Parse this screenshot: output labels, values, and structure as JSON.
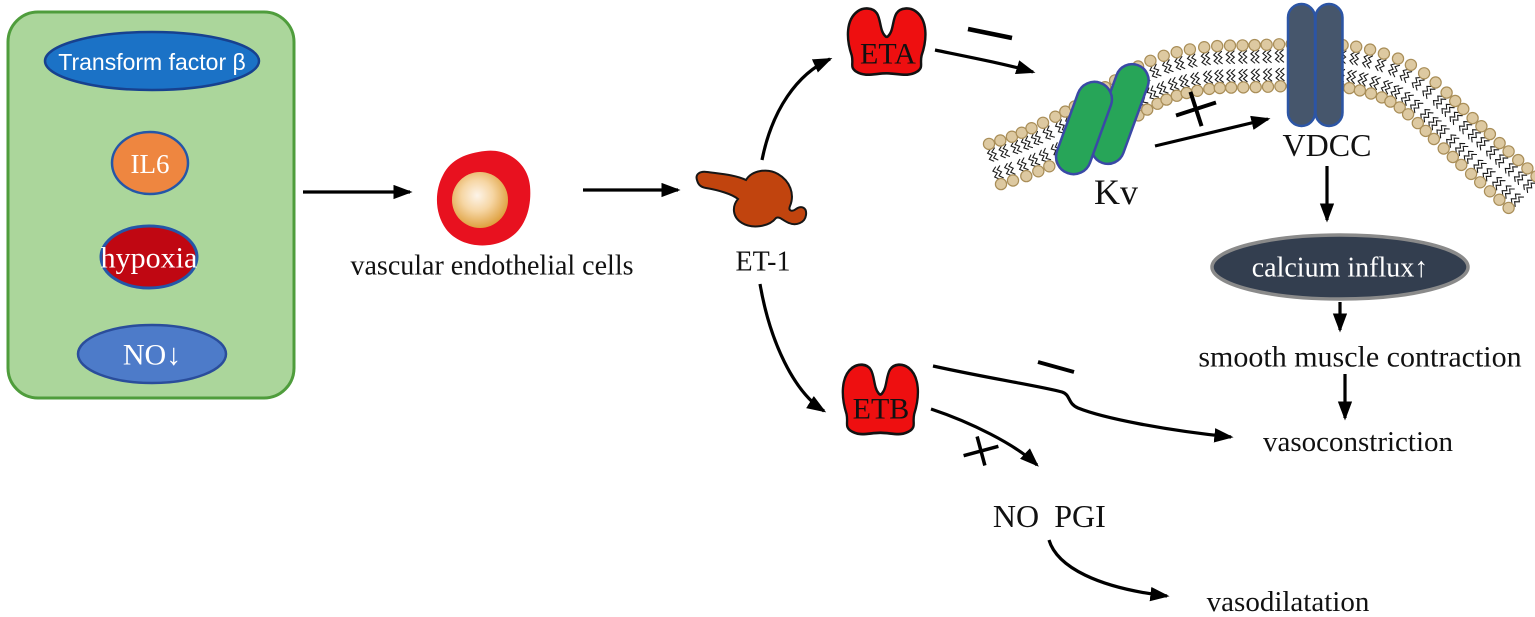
{
  "stimuli_box": {
    "items": [
      {
        "label": "Transform factor β",
        "fill": "#1b72c6",
        "border": "#17418f"
      },
      {
        "label": "IL6",
        "fill": "#ee8640",
        "border": "#2456a8"
      },
      {
        "label": "hypoxia",
        "fill": "#c00712",
        "border": "#2456a8"
      },
      {
        "label": "NO↓",
        "fill": "#4d7bc9",
        "border": "#2a4d9b"
      }
    ]
  },
  "labels": {
    "cell": "vascular endothelial cells",
    "ligand": "ET-1",
    "receptor_a": "ETA",
    "receptor_b": "ETB",
    "kv": "Kv",
    "vdcc": "VDCC",
    "calcium": "calcium influx↑",
    "smc": "smooth muscle contraction",
    "vasoconstriction": "vasoconstriction",
    "no": "NO",
    "pgi": "PGI",
    "vasodilatation": "vasodilatation"
  },
  "edges": [
    {
      "from": "stimuli (Transform factor β, IL6, hypoxia, NO↓)",
      "to": "vascular endothelial cells",
      "sign": ""
    },
    {
      "from": "vascular endothelial cells",
      "to": "ET-1",
      "sign": ""
    },
    {
      "from": "ET-1",
      "to": "ETA",
      "sign": ""
    },
    {
      "from": "ET-1",
      "to": "ETB",
      "sign": ""
    },
    {
      "from": "ETA",
      "to": "Kv",
      "sign": "−"
    },
    {
      "from": "Kv",
      "to": "VDCC",
      "sign": "+"
    },
    {
      "from": "VDCC",
      "to": "calcium influx↑",
      "sign": ""
    },
    {
      "from": "calcium influx↑",
      "to": "smooth muscle contraction",
      "sign": ""
    },
    {
      "from": "smooth muscle contraction",
      "to": "vasoconstriction",
      "sign": ""
    },
    {
      "from": "ETB",
      "to": "vasoconstriction",
      "sign": "−"
    },
    {
      "from": "ETB",
      "to": "NO PGI",
      "sign": "+"
    },
    {
      "from": "NO PGI",
      "to": "vasodilatation",
      "sign": ""
    }
  ],
  "colors": {
    "box_fill": "#abd69b",
    "box_border": "#4f9d3c",
    "tfb_fill": "#1b72c6",
    "il6_fill": "#ee8640",
    "hypoxia_fill": "#c00712",
    "no_fill": "#4d7bc9",
    "cell_fill": "#e8111f",
    "nucleus_center": "#fdf4e9",
    "nucleus_mid": "#f6d6a4",
    "nucleus_edge": "#dc9a33",
    "et1_fill": "#c1440e",
    "receptor_fill": "#ee0f10",
    "kv_fill": "#27a558",
    "kv_border": "#3a49a6",
    "vdcc_fill": "#46566c",
    "vdcc_border": "#2c55a5",
    "calcium_fill": "#333e4f",
    "calcium_border": "#8a8a8a",
    "membrane_head": "#ddc9a1",
    "membrane_head_border": "#a98e58",
    "membrane_tail": "#1c1c1c",
    "arrow": "#000000"
  }
}
